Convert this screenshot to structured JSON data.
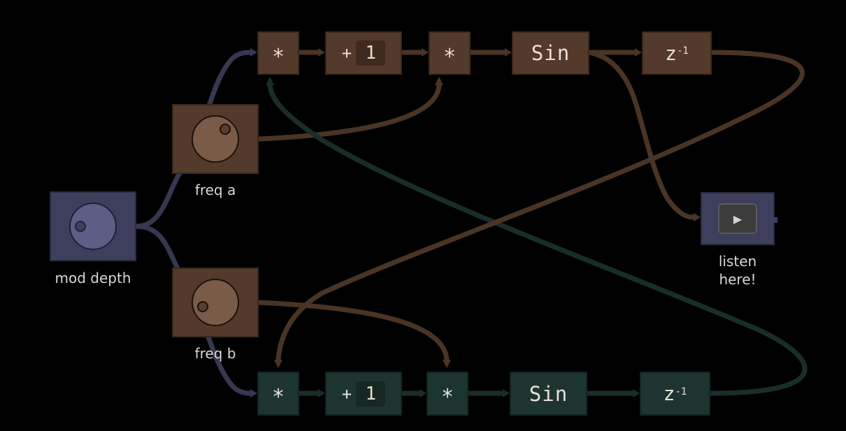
{
  "colors": {
    "background": "#000000",
    "top_chain": "#533a2a",
    "bottom_chain": "#1d3530",
    "modulator": "#3e3f5c",
    "label_text": "#d8d8d8"
  },
  "top_chain": {
    "mul1": "*",
    "add_op": "+",
    "add_value": "1",
    "mul2": "*",
    "sin": "Sin",
    "delay_base": "z",
    "delay_exp": "-1"
  },
  "bottom_chain": {
    "mul1": "*",
    "add_op": "+",
    "add_value": "1",
    "mul2": "*",
    "sin": "Sin",
    "delay_base": "z",
    "delay_exp": "-1"
  },
  "knobs": {
    "freq_a": {
      "label": "freq a"
    },
    "freq_b": {
      "label": "freq b"
    },
    "mod_depth": {
      "label": "mod depth"
    }
  },
  "output": {
    "label": "listen\nhere!",
    "play_icon": "play-icon",
    "play_glyph": "▶"
  }
}
